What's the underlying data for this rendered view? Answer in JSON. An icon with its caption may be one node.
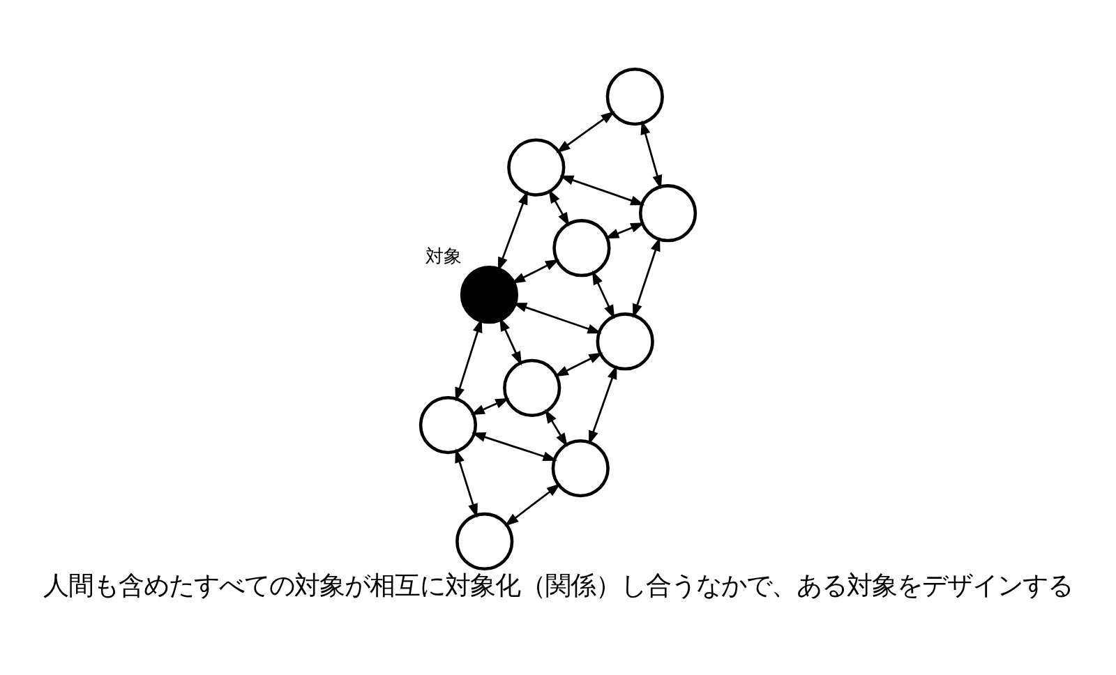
{
  "diagram": {
    "caption": "人間も含めたすべての対象が相互に対象化（関係）し合うなかで、ある対象をデザインする",
    "nodes": [
      {
        "text": [],
        "shape": "circle"
      },
      {
        "text": [],
        "shape": "circle",
        "beside": [
          "対象"
        ]
      },
      {
        "text": [],
        "shape": "circle"
      },
      {
        "text": [],
        "shape": "circle"
      },
      {
        "text": [],
        "shape": "circle"
      },
      {
        "text": [],
        "shape": "circle"
      },
      {
        "text": [],
        "shape": "circle"
      },
      {
        "text": [],
        "shape": "circle"
      },
      {
        "text": [],
        "shape": "circle"
      },
      {
        "text": [],
        "shape": "circle"
      }
    ],
    "edges": [
      {
        "from": 0,
        "to": 1,
        "arrow": "both"
      },
      {
        "from": 1,
        "to": 2,
        "arrow": "both"
      },
      {
        "from": 0,
        "to": 3,
        "arrow": "both"
      },
      {
        "from": 0,
        "to": 7,
        "arrow": "both"
      },
      {
        "from": 0,
        "to": 4,
        "arrow": "both"
      },
      {
        "from": 3,
        "to": 7,
        "arrow": "both"
      },
      {
        "from": 4,
        "to": 7,
        "arrow": "both"
      },
      {
        "from": 4,
        "to": 1,
        "arrow": "both"
      },
      {
        "from": 4,
        "to": 8,
        "arrow": "both"
      },
      {
        "from": 1,
        "to": 8,
        "arrow": "both"
      },
      {
        "from": 1,
        "to": 5,
        "arrow": "both"
      },
      {
        "from": 5,
        "to": 8,
        "arrow": "both"
      },
      {
        "from": 5,
        "to": 2,
        "arrow": "both"
      },
      {
        "from": 2,
        "to": 9,
        "arrow": "both"
      },
      {
        "from": 2,
        "to": 6,
        "arrow": "both"
      },
      {
        "from": 6,
        "to": 9,
        "arrow": "both"
      },
      {
        "from": 5,
        "to": 9,
        "arrow": "both"
      },
      {
        "from": 7,
        "to": 8,
        "arrow": "both"
      },
      {
        "from": 8,
        "to": 9,
        "arrow": "both"
      }
    ]
  }
}
